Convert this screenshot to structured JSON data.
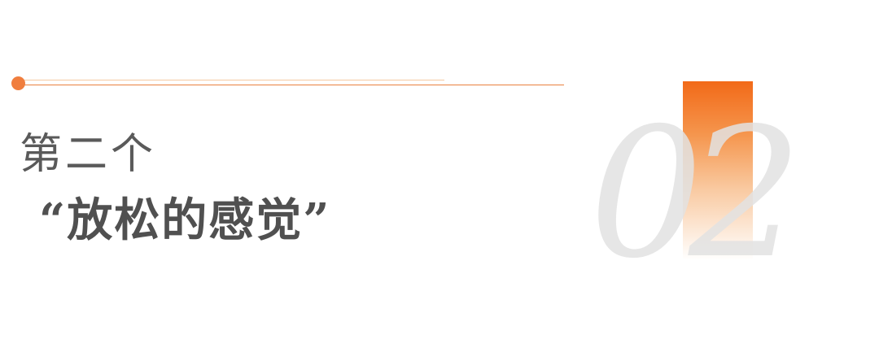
{
  "header": {
    "subtitle": "第二个",
    "title": "“放松的感觉”"
  },
  "section_number": "02",
  "colors": {
    "accent": "#f07e3e",
    "accent_dark": "#e9803e",
    "text": "#555555",
    "number": "#e2e2e2"
  }
}
